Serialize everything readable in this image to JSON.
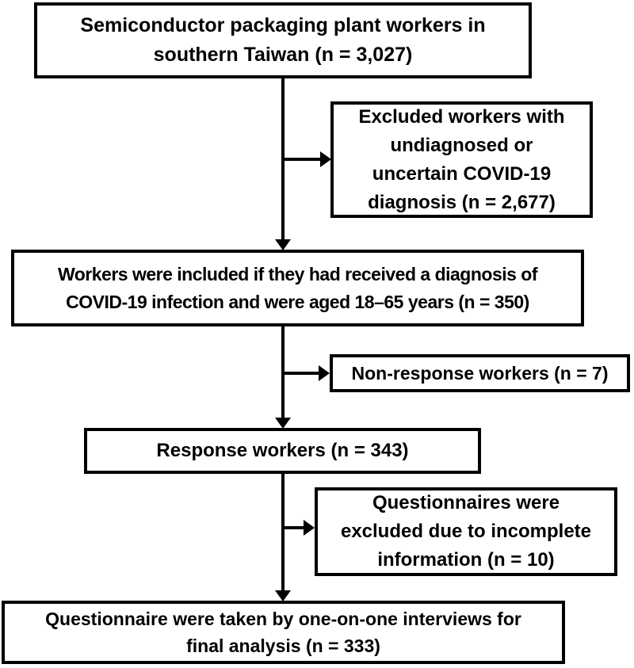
{
  "figure": {
    "background_color": "#ffffff",
    "stroke_color": "#000000",
    "boxes": {
      "population": {
        "lines": [
          "Semiconductor packaging plant workers in",
          "southern Taiwan (n = 3,027)"
        ]
      },
      "excluded_undiagnosed": {
        "lines": [
          "Excluded workers with",
          "undiagnosed or",
          "uncertain COVID-19",
          "diagnosis (n = 2,677)"
        ]
      },
      "included": {
        "lines": [
          "Workers were included if they had received a diagnosis of",
          "COVID-19 infection and were aged 18–65 years (n = 350)"
        ]
      },
      "non_response": {
        "lines": [
          "Non-response workers (n = 7)"
        ]
      },
      "response": {
        "lines": [
          "Response workers (n = 343)"
        ]
      },
      "excluded_incomplete": {
        "lines": [
          "Questionnaires were",
          "excluded due to incomplete",
          "information (n = 10)"
        ]
      },
      "final_analysis": {
        "lines": [
          "Questionnaire were taken by one-on-one interviews for",
          "final analysis (n = 333)"
        ]
      }
    }
  }
}
